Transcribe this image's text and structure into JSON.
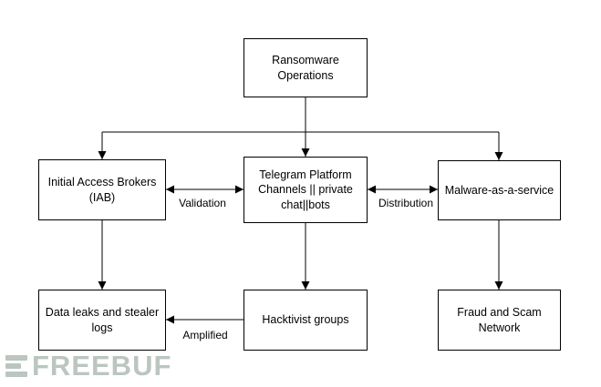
{
  "diagram": {
    "nodes": {
      "ransomware": {
        "label": "Ransomware Operations"
      },
      "iab": {
        "label": "Initial Access Brokers (IAB)"
      },
      "telegram": {
        "label": "Telegram Platform Channels || private chat||bots"
      },
      "maas": {
        "label": "Malware-as-a-service"
      },
      "data_leaks": {
        "label": "Data leaks and stealer logs"
      },
      "hacktivist": {
        "label": "Hacktivist groups"
      },
      "fraud": {
        "label": "Fraud and Scam Network"
      }
    },
    "edge_labels": {
      "validation": "Validation",
      "distribution": "Distribution",
      "amplified": "Amplified"
    },
    "colors": {
      "node_fill": "#ffffff",
      "node_border": "#000000",
      "edge": "#000000",
      "watermark": "#b7c4bc"
    },
    "watermark": {
      "text": "FREEBUF"
    }
  }
}
